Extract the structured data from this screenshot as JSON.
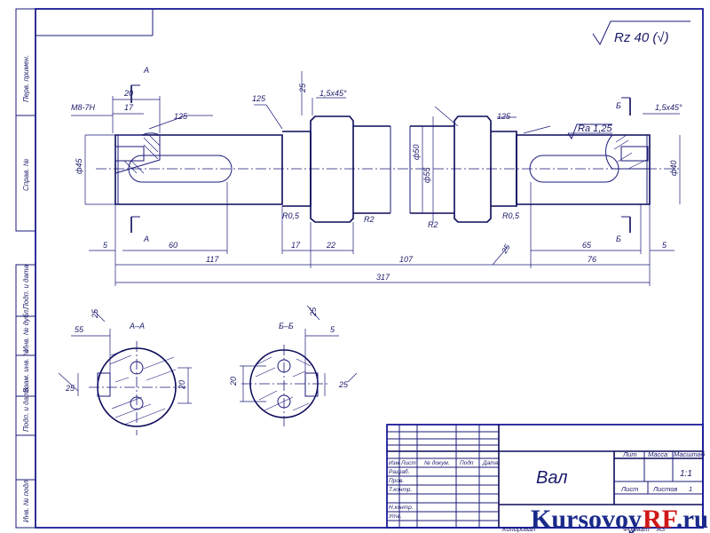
{
  "roughness_main": "Rz 40 (√)",
  "dims": {
    "d20": "20",
    "d17": "17",
    "m8": "M8-7H",
    "r125a": "125",
    "r125b": "125",
    "r125c": "125",
    "d25": "25",
    "ch15a": "1,5x45°",
    "ch15b": "1,5x45°",
    "ra125": "Ra 1,25",
    "phi45": "ф45",
    "phi50": "ф50",
    "phi55": "ф55",
    "phi40": "ф40",
    "r05a": "R0,5",
    "r05b": "R0,5",
    "r2a": "R2",
    "r2b": "R2",
    "l5a": "5",
    "l60": "60",
    "l17": "17",
    "l22": "22",
    "l65": "65",
    "l5b": "5",
    "l117": "117",
    "l107": "107",
    "l76": "76",
    "l317": "317",
    "r25": "25"
  },
  "section_labels": {
    "a_top": "А",
    "a_bot": "А",
    "b_top": "Б",
    "b_bot": "Б",
    "aa": "А–А",
    "bb": "Б–Б"
  },
  "sections": {
    "aa_55": "55",
    "aa_25": "25",
    "aa_20": "20",
    "aa_r25": "25",
    "bb_5": "5",
    "bb_20": "20",
    "bb_25": "25",
    "bb_r25": "25"
  },
  "side_labels": [
    "Перв. примен.",
    "Справ. №",
    "Подп. и дата",
    "Инв. № дубл.",
    "Взам. инв. №",
    "Подп. и дата",
    "Инв. № подл."
  ],
  "title_block": {
    "name": "Вал",
    "lit": "Лит",
    "massa": "Масса",
    "masshtab": "Масштаб",
    "scale_val": "1:1",
    "list": "Лист",
    "listov": "Листов",
    "listov_val": "1",
    "izm": "Изм",
    "list_col": "Лист",
    "doc": "№ докум.",
    "podp": "Подп",
    "data": "Дата",
    "razrab": "Разраб.",
    "prov": "Пров.",
    "tkontr": "Т.контр.",
    "nkontr": "Н.контр.",
    "utv": "Утв.",
    "kopiroval": "Копировал",
    "format": "Формат",
    "format_val": "А3"
  },
  "watermark": {
    "part1": "Kursovoy",
    "part2": "RF",
    "part3": ".ru"
  }
}
